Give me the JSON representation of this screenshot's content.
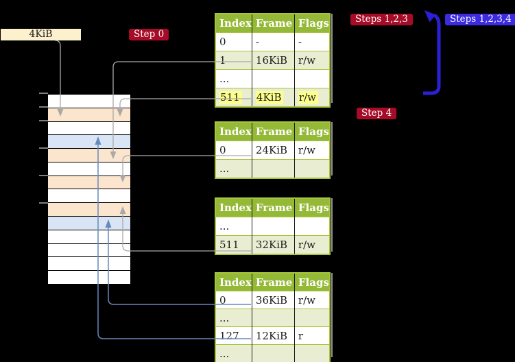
{
  "labels": {
    "frame_box": "4KiB",
    "step0": "Step 0",
    "steps123": "Steps 1,2,3",
    "steps1234": "Steps 1,2,3,4",
    "step4": "Step 4"
  },
  "tables": [
    {
      "name": "top-page-table",
      "headers": [
        "Index",
        "Frame",
        "Flags"
      ],
      "rows": [
        {
          "index": "0",
          "frame": "-",
          "flags": "-"
        },
        {
          "index": "1",
          "frame": "16KiB",
          "flags": "r/w"
        },
        {
          "index": "...",
          "frame": "",
          "flags": ""
        },
        {
          "index": "511",
          "frame": "4KiB",
          "flags": "r/w"
        }
      ]
    },
    {
      "name": "second-page-table",
      "headers": [
        "Index",
        "Frame",
        "Flags"
      ],
      "rows": [
        {
          "index": "0",
          "frame": "24KiB",
          "flags": "r/w"
        },
        {
          "index": "...",
          "frame": "",
          "flags": ""
        }
      ]
    },
    {
      "name": "third-page-table",
      "headers": [
        "Index",
        "Frame",
        "Flags"
      ],
      "rows": [
        {
          "index": "...",
          "frame": "",
          "flags": ""
        },
        {
          "index": "511",
          "frame": "32KiB",
          "flags": "r/w"
        }
      ]
    },
    {
      "name": "fourth-page-table",
      "headers": [
        "Index",
        "Frame",
        "Flags"
      ],
      "rows": [
        {
          "index": "0",
          "frame": "36KiB",
          "flags": "r/w"
        },
        {
          "index": "...",
          "frame": "",
          "flags": ""
        },
        {
          "index": "127",
          "frame": "12KiB",
          "flags": "r"
        },
        {
          "index": "...",
          "frame": "",
          "flags": ""
        }
      ]
    }
  ],
  "memory": {
    "row_classes": [
      "mem-row c-white",
      "mem-row c-peach",
      "mem-row c-white",
      "mem-row c-blue",
      "mem-row c-peach",
      "mem-row c-white",
      "mem-row c-peach",
      "mem-row c-white",
      "mem-row c-peach",
      "mem-row c-blue",
      "mem-row c-white",
      "mem-row c-white",
      "mem-row c-white",
      "mem-row c-white"
    ]
  },
  "colors": {
    "background": "#000000",
    "table_header_green": "#94b937",
    "table_row_green": "#e9edd2",
    "table_border_green": "#a8c43c",
    "memory_peach": "#fce5cd",
    "memory_blue": "#d9e4f4",
    "memory_white": "#ffffff",
    "frame_box_cream": "#fdf0cc",
    "badge_red": "#a60c27",
    "badge_blue": "#3c2be0",
    "highlight_yellow": "#fdff8c",
    "connector_gray": "#a9a9a9",
    "connector_steel_blue": "#6789bb",
    "arrow_bright_blue": "#2c1fd8"
  }
}
